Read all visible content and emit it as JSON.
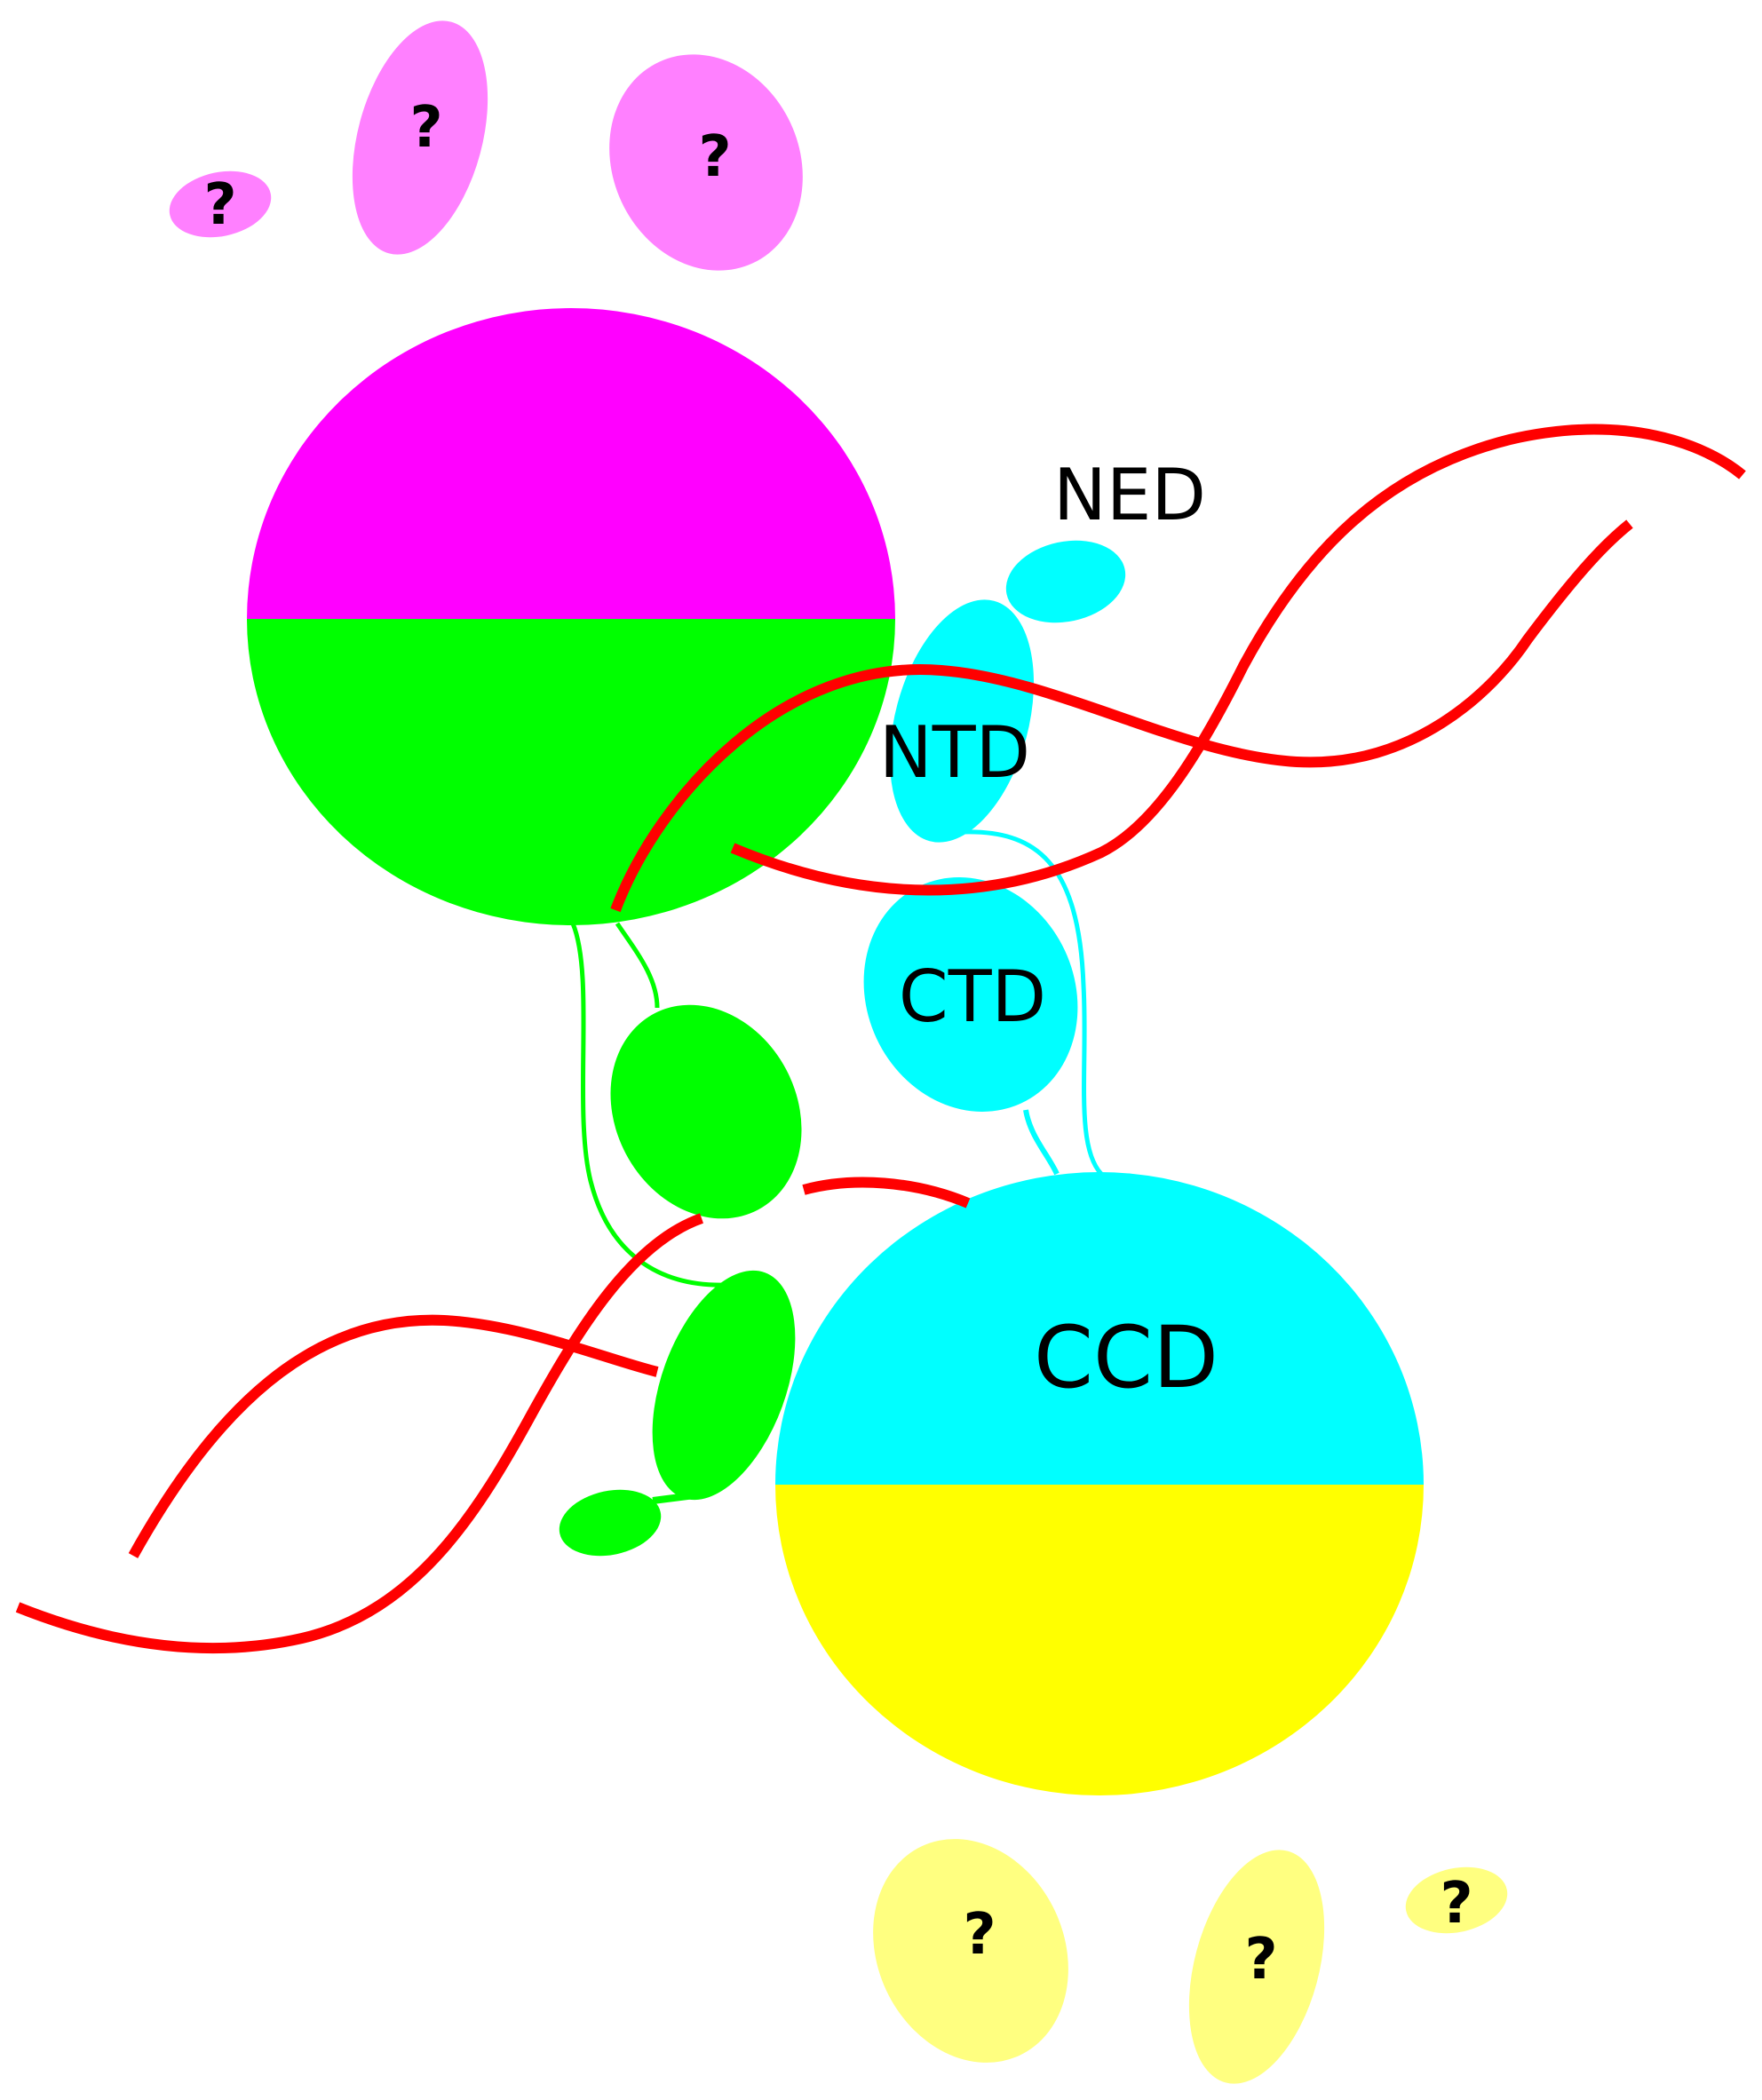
{
  "labels": {
    "ned": "NED",
    "ntd": "NTD",
    "ctd": "CTD",
    "ccd": "CCD",
    "unknown": "?"
  },
  "colors": {
    "magenta": "#ff00ff",
    "green": "#00ff00",
    "cyan": "#00ffff",
    "yellow": "#ffff00",
    "pale_magenta": "#ff80ff",
    "pale_yellow": "#ffff80",
    "dna_red": "#ff0000"
  }
}
